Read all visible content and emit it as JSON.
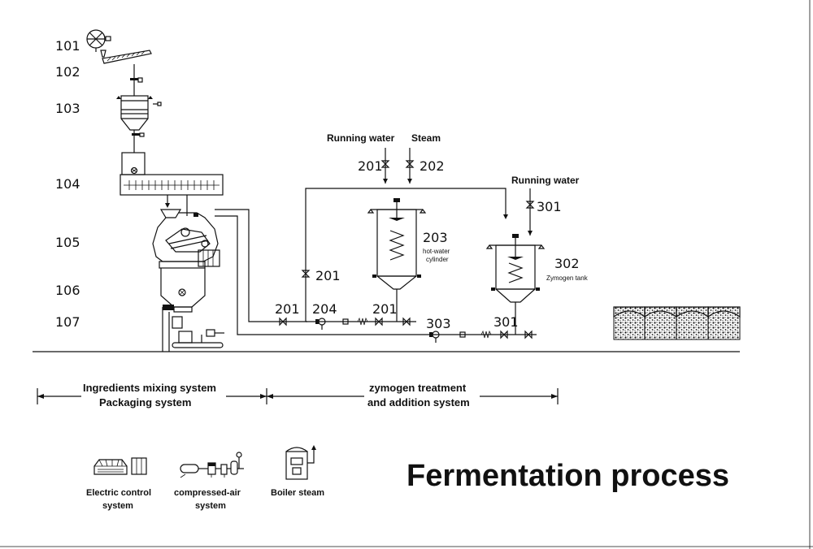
{
  "equipment_numbers": {
    "n101": "101",
    "n102": "102",
    "n103": "103",
    "n104": "104",
    "n105": "105",
    "n106": "106",
    "n107": "107"
  },
  "valves": {
    "v201_top": "201",
    "v202": "202",
    "v201_mid": "201",
    "v201_a": "201",
    "v204": "204",
    "v201_b": "201",
    "v303": "303",
    "v301_bottom": "301",
    "v301_top": "301"
  },
  "tanks": {
    "hot_water_number": "203",
    "hot_water_name_line1": "hot-water",
    "hot_water_name_line2": "cylinder",
    "zymogen_number": "302",
    "zymogen_name": "Zymogen tank"
  },
  "inputs": {
    "running_water_1": "Running water",
    "steam": "Steam",
    "running_water_2": "Running water"
  },
  "systems": {
    "left_line1": "Ingredients mixing system",
    "left_line2": "Packaging system",
    "right_line1": "zymogen treatment",
    "right_line2": "and addition system"
  },
  "legend": {
    "electric_line1": "Electric control",
    "electric_line2": "system",
    "air_line1": "compressed-air",
    "air_line2": "system",
    "boiler": "Boiler steam"
  },
  "title": "Fermentation process"
}
